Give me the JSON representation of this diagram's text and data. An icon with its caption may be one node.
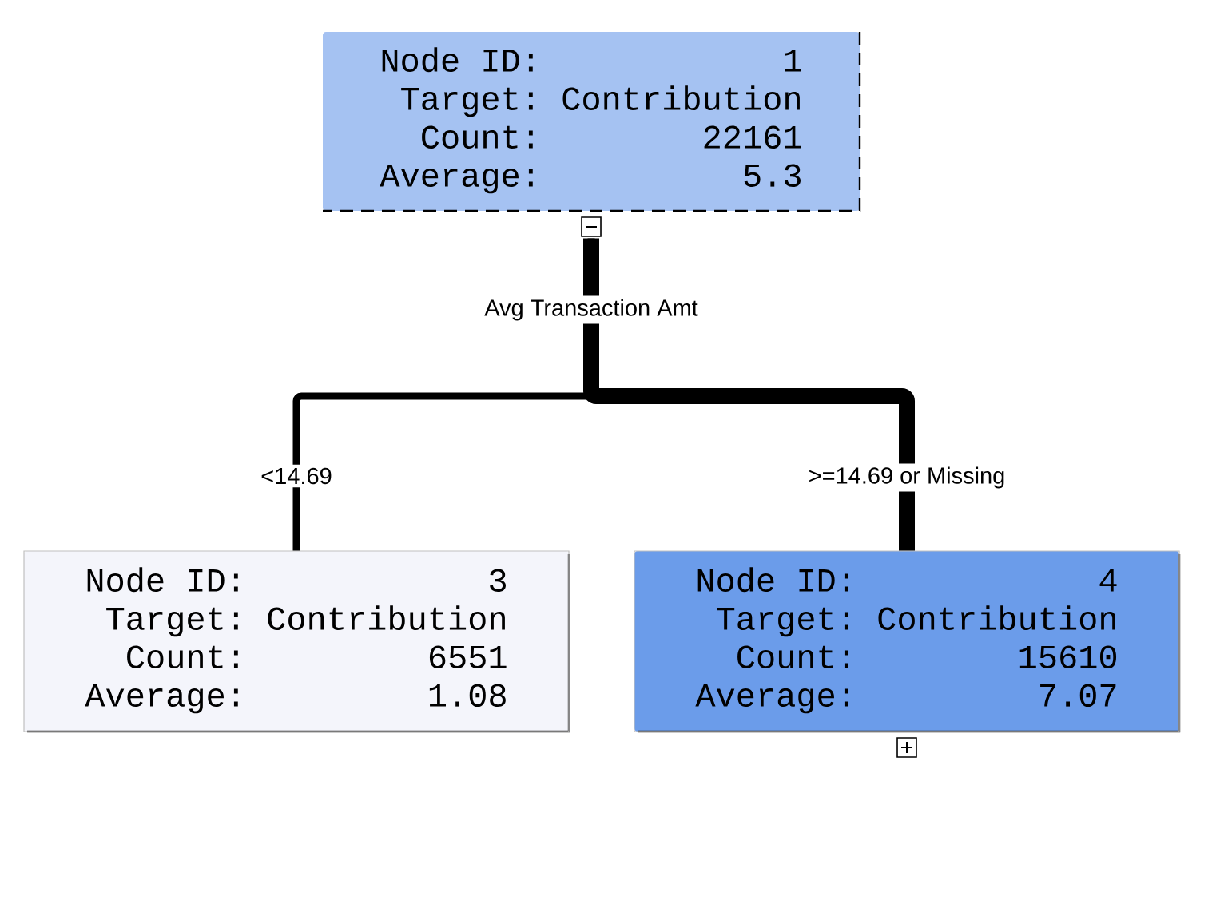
{
  "diagram": {
    "nodes": [
      {
        "text": [
          "Node ID:",
          "1",
          "Target:",
          "Contribution",
          "Count:",
          "22161",
          "Average:",
          "5.3"
        ]
      },
      {
        "text": [
          "Node ID:",
          "3",
          "Target:",
          "Contribution",
          "Count:",
          "6551",
          "Average:",
          "1.08"
        ]
      },
      {
        "text": [
          "Node ID:",
          "4",
          "Target:",
          "Contribution",
          "Count:",
          "15610",
          "Average:",
          "7.07"
        ]
      }
    ],
    "edges": [
      {
        "from": 0,
        "to": 1,
        "arrow": "none",
        "label": "<14.69"
      },
      {
        "from": 0,
        "to": 2,
        "arrow": "none",
        "label": ">=14.69 or Missing",
        "style": "thick"
      }
    ],
    "labels": [
      "Avg Transaction Amt"
    ]
  }
}
